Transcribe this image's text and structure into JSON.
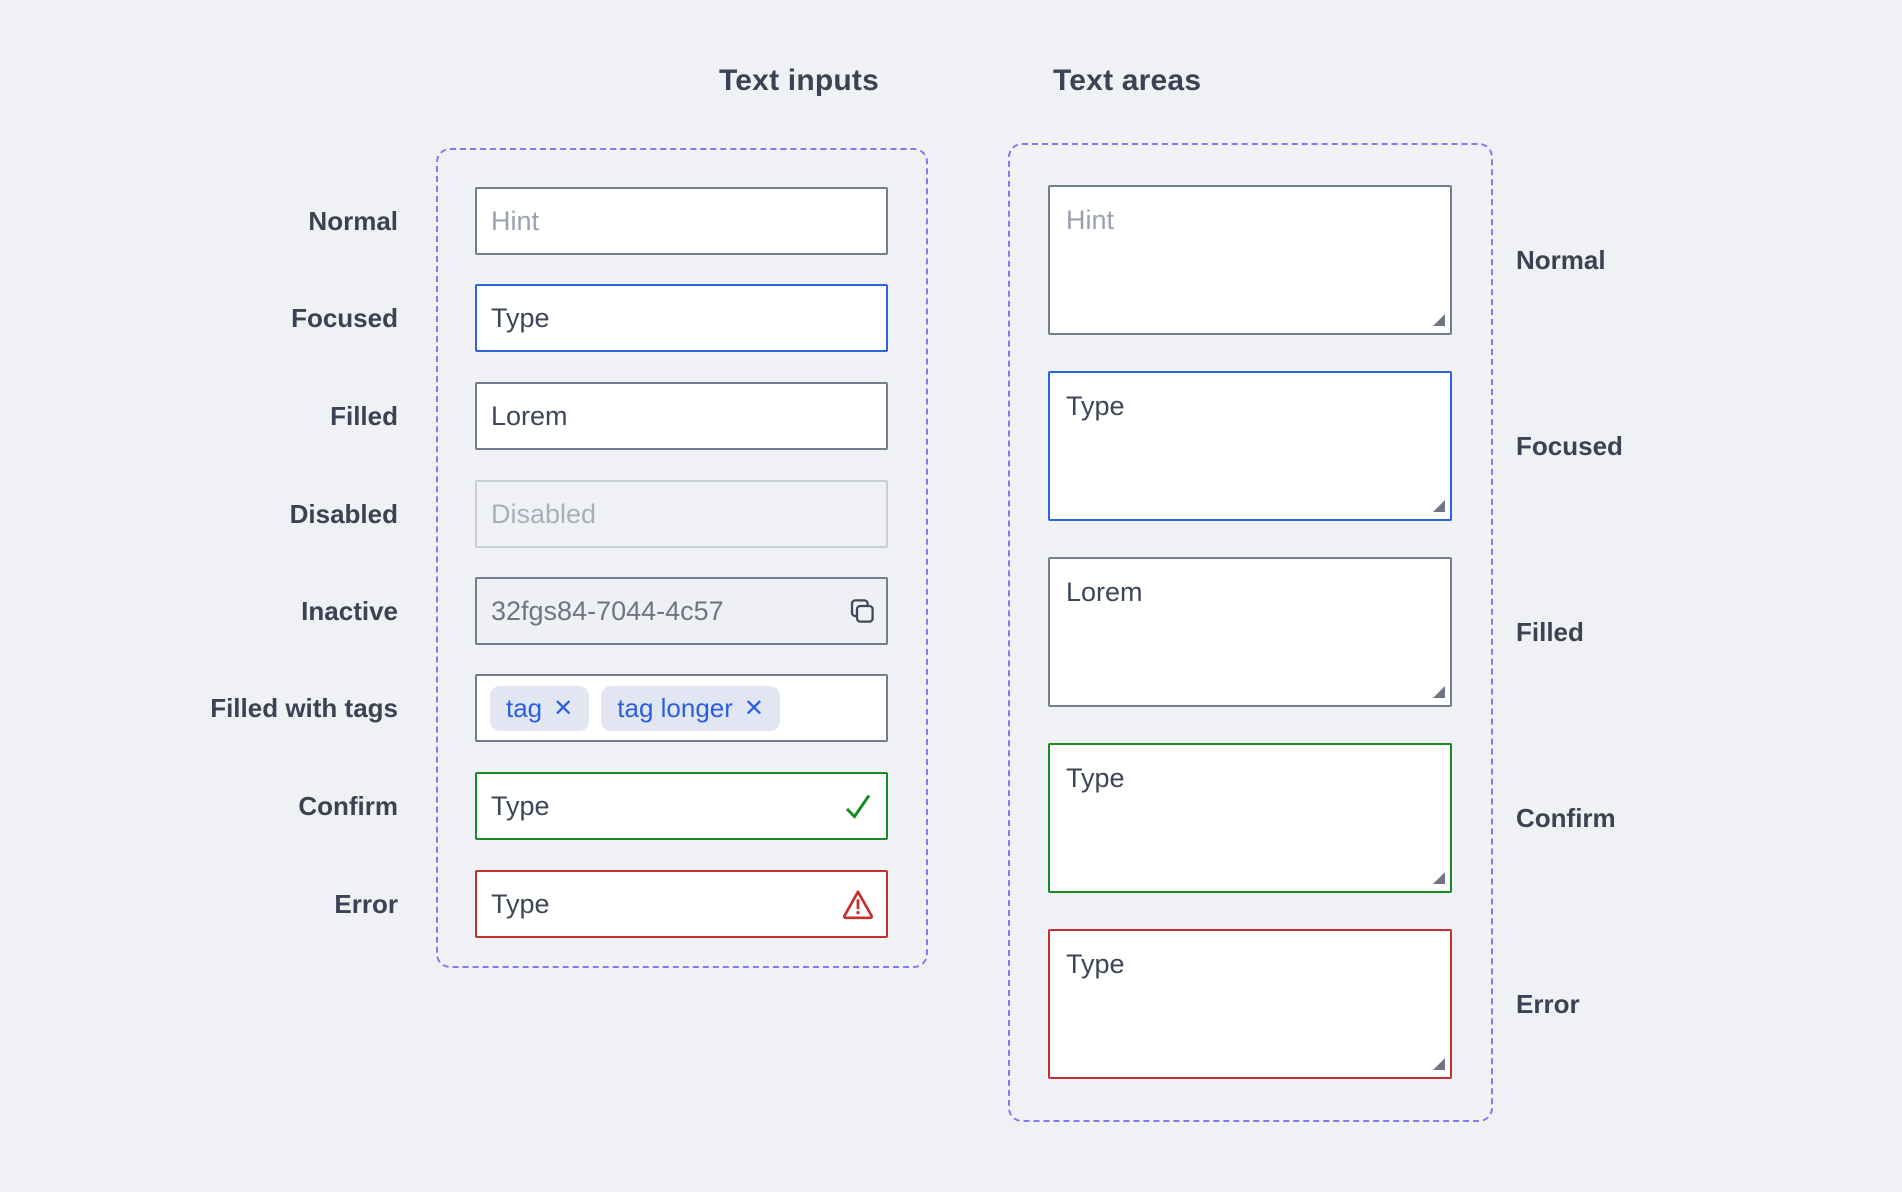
{
  "titles": {
    "text_inputs": "Text inputs",
    "text_areas": "Text areas"
  },
  "text_inputs": {
    "rows": [
      {
        "label": "Normal",
        "state": "normal",
        "placeholder": "Hint"
      },
      {
        "label": "Focused",
        "state": "focused",
        "value": "Type"
      },
      {
        "label": "Filled",
        "state": "filled",
        "value": "Lorem"
      },
      {
        "label": "Disabled",
        "state": "disabled",
        "placeholder": "Disabled"
      },
      {
        "label": "Inactive",
        "state": "inactive",
        "value": "32fgs84-7044-4c57",
        "icon": "copy-icon"
      },
      {
        "label": "Filled with tags",
        "state": "tags",
        "tags": [
          "tag",
          "tag longer"
        ]
      },
      {
        "label": "Confirm",
        "state": "confirm",
        "value": "Type",
        "icon": "check-icon"
      },
      {
        "label": "Error",
        "state": "error",
        "value": "Type",
        "icon": "warning-icon"
      }
    ]
  },
  "text_areas": {
    "rows": [
      {
        "label": "Normal",
        "state": "normal",
        "placeholder": "Hint"
      },
      {
        "label": "Focused",
        "state": "focused",
        "value": "Type"
      },
      {
        "label": "Filled",
        "state": "filled",
        "value": "Lorem"
      },
      {
        "label": "Confirm",
        "state": "confirm",
        "value": "Type"
      },
      {
        "label": "Error",
        "state": "error",
        "value": "Type"
      }
    ]
  },
  "glyphs": {
    "remove_tag": "✕"
  },
  "colors": {
    "page_background": "#f0f1f4",
    "heading_text": "#3a4254",
    "value_text": "#3d4658",
    "placeholder_text": "#9aa2b0",
    "border_default": "#747d90",
    "border_focused": "#2c63dd",
    "border_disabled": "#c9ced8",
    "border_confirm": "#188c24",
    "border_error": "#c52f2f",
    "panel_dashed_border": "#8679ef",
    "inactive_background": "#eef0f3",
    "inactive_text": "#6d7584",
    "disabled_text": "#a9b0bc",
    "tag_background": "#e2e6f3",
    "tag_text": "#2b5fe0",
    "icon_copy": "#3f4759",
    "icon_check": "#188c24",
    "icon_warning": "#c52f2f",
    "resize_handle": "#6e7685"
  }
}
